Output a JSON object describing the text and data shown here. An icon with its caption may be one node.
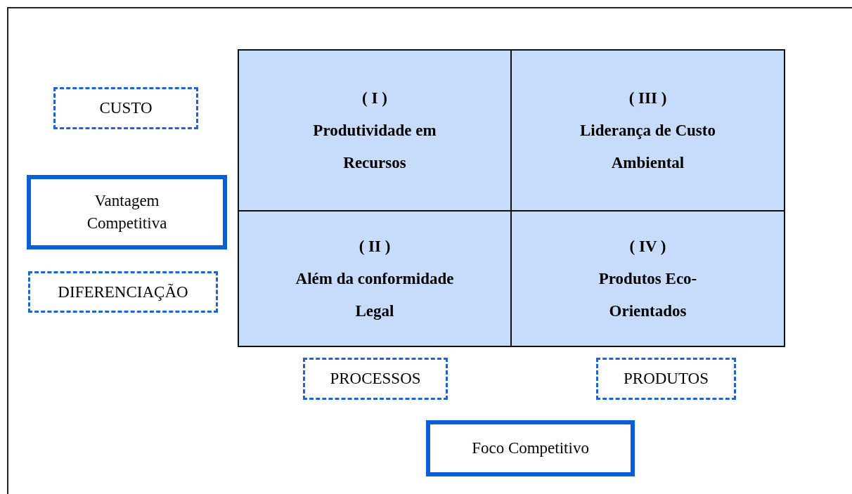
{
  "diagram": {
    "nodes": [
      {
        "text": [
          "CUSTO"
        ]
      },
      {
        "text": [
          "Vantagem Competitiva"
        ]
      },
      {
        "text": [
          "DIFERENCIAÇÃO"
        ]
      },
      {
        "text": [
          "( I )",
          "Produtividade em Recursos"
        ]
      },
      {
        "text": [
          "( III )",
          "Liderança de Custo Ambiental"
        ]
      },
      {
        "text": [
          "( II )",
          "Além da conformidade Legal"
        ]
      },
      {
        "text": [
          "( IV )",
          "Produtos Eco- Orientados"
        ]
      },
      {
        "text": [
          "PROCESSOS"
        ]
      },
      {
        "text": [
          "PRODUTOS"
        ]
      },
      {
        "text": [
          "Foco Competitivo"
        ]
      }
    ],
    "edges": []
  }
}
